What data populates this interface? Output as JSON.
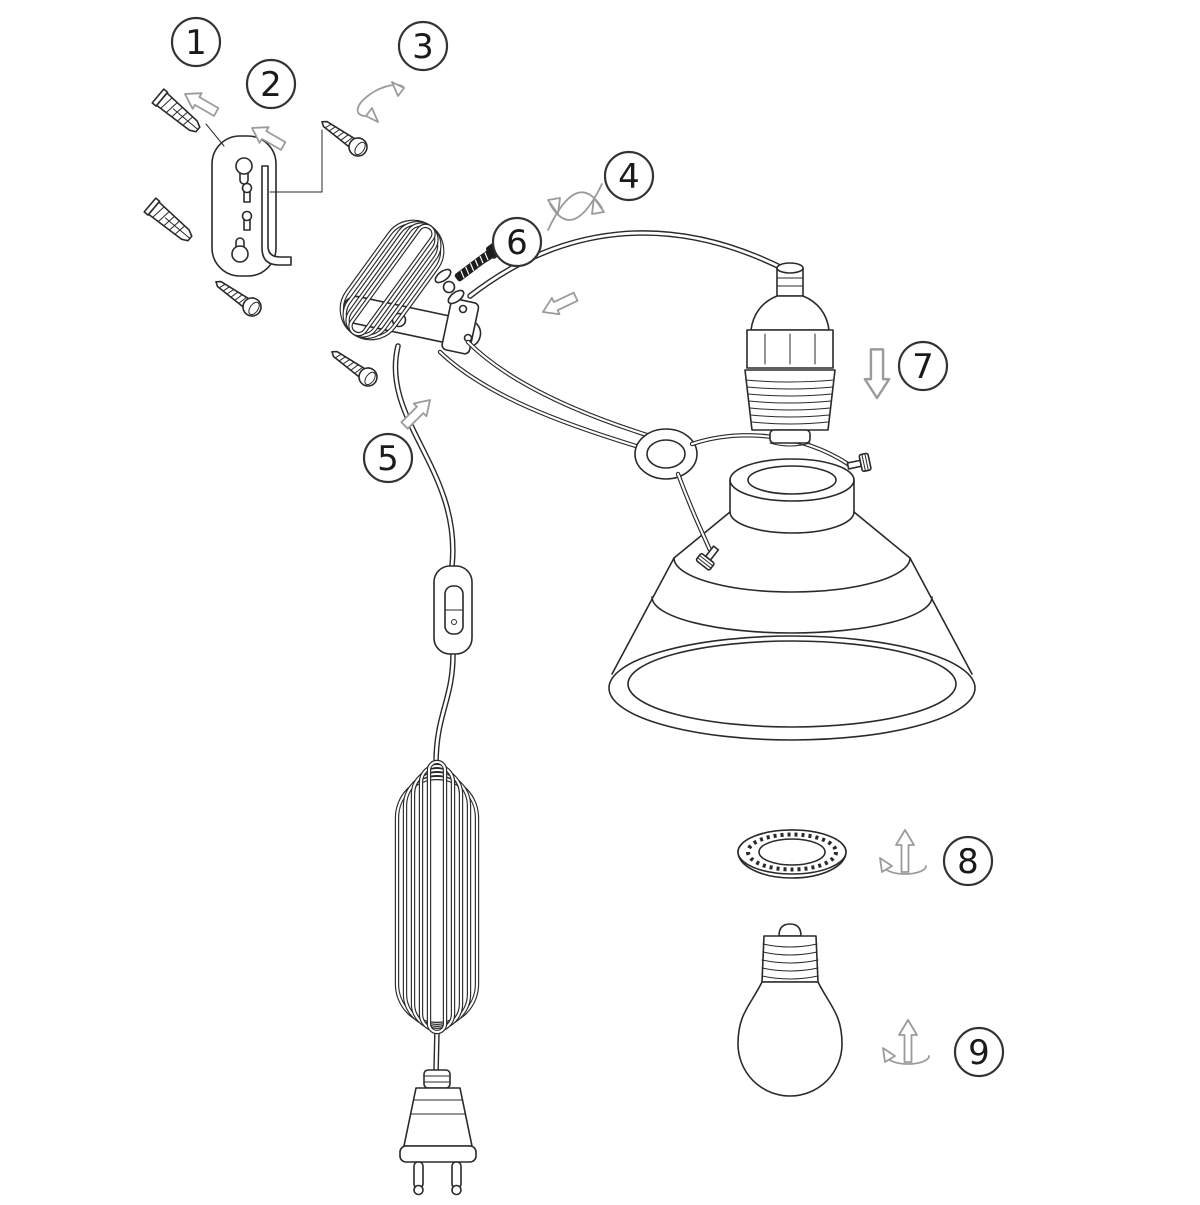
{
  "colors": {
    "background": "#ffffff",
    "line": "#2a2a2a",
    "arrow_outline": "#9b9b9b"
  },
  "steps": [
    {
      "label": "1"
    },
    {
      "label": "2"
    },
    {
      "label": "3"
    },
    {
      "label": "4"
    },
    {
      "label": "5"
    },
    {
      "label": "6"
    },
    {
      "label": "7"
    },
    {
      "label": "8"
    },
    {
      "label": "9"
    }
  ]
}
